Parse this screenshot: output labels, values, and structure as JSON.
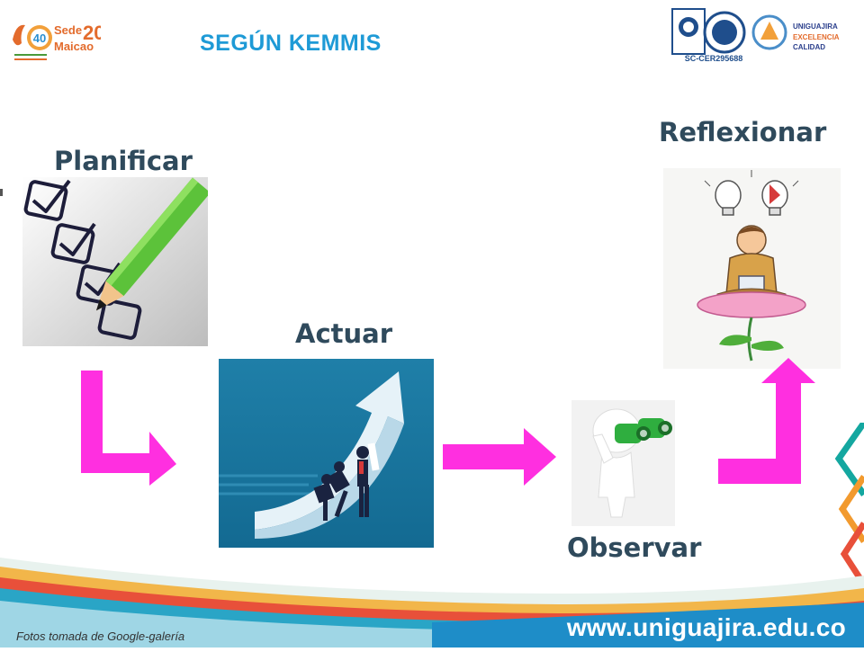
{
  "header": {
    "title": "SEGÚN KEMMIS",
    "left_logo": {
      "number": "40",
      "text_top": "Sede",
      "text_num": "20",
      "text_place": "Maicao"
    },
    "right_logos": {
      "certificate_code": "SC-CER295688",
      "university_line1": "UNIGUAJIRA",
      "university_line2": "EXCELENCIA",
      "university_line3": "CALIDAD"
    }
  },
  "steps": {
    "planificar": "Planificar",
    "actuar": "Actuar",
    "observar": "Observar",
    "reflexionar": "Reflexionar"
  },
  "footer": {
    "caption": "Fotos tomada de Google-galería",
    "url": "www.uniguajira.edu.co"
  },
  "colors": {
    "title": "#1e9ad6",
    "label": "#2f4a5c",
    "arrow": "#ff2fe0",
    "footer_band": "#1e9ad6"
  }
}
